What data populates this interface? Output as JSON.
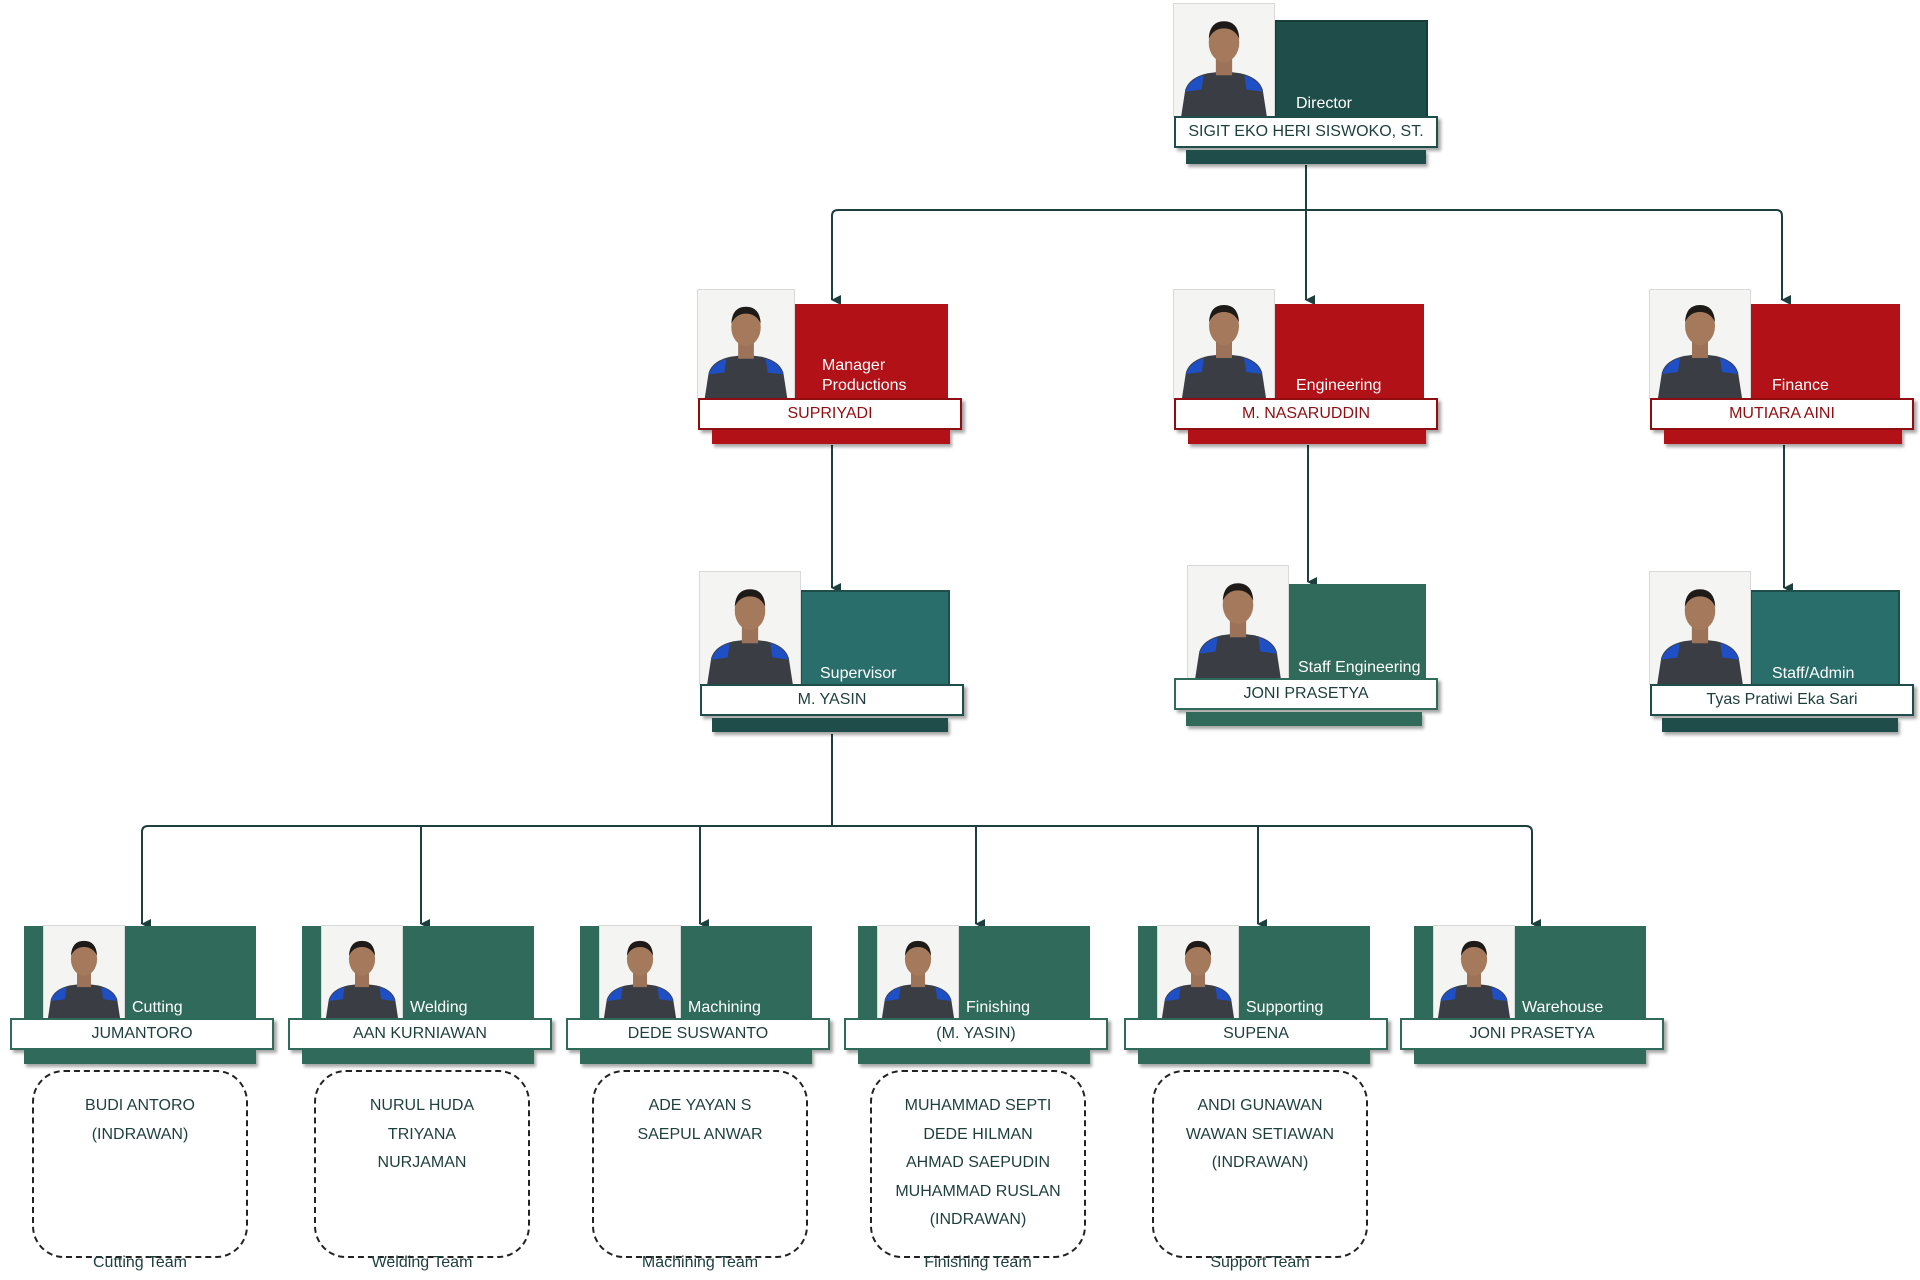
{
  "colors": {
    "teal_dark": "#1e4d4a",
    "teal": "#2a6e6c",
    "green": "#2f6a5a",
    "red": "#b11117",
    "connector": "#1d3f3d"
  },
  "director": {
    "role": "Director",
    "name": "SIGIT EKO HERI SISWOKO, ST."
  },
  "managers": [
    {
      "role": "Manager\nProductions",
      "name": "SUPRIYADI"
    },
    {
      "role": "Engineering",
      "name": "M. NASARUDDIN"
    },
    {
      "role": "Finance",
      "name": "MUTIARA AINI"
    }
  ],
  "staff": [
    {
      "role": "Supervisor",
      "name": "M. YASIN"
    },
    {
      "role": "Staff Engineering",
      "name": "JONI PRASETYA"
    },
    {
      "role": "Staff/Admin",
      "name": "Tyas Pratiwi Eka Sari"
    }
  ],
  "divisions": [
    {
      "role": "Cutting",
      "name": "JUMANTORO",
      "team_label": "Cutting Team",
      "members": [
        "BUDI ANTORO",
        "(INDRAWAN)"
      ]
    },
    {
      "role": "Welding",
      "name": "AAN KURNIAWAN",
      "team_label": "Welding Team",
      "members": [
        "NURUL HUDA",
        "TRIYANA",
        "NURJAMAN"
      ]
    },
    {
      "role": "Machining",
      "name": "DEDE SUSWANTO",
      "team_label": "Machining Team",
      "members": [
        "ADE YAYAN S",
        "SAEPUL ANWAR"
      ]
    },
    {
      "role": "Finishing",
      "name": "(M. YASIN)",
      "team_label": "Finishing Team",
      "members": [
        "MUHAMMAD SEPTI",
        "DEDE HILMAN",
        "AHMAD SAEPUDIN",
        "MUHAMMAD RUSLAN",
        "(INDRAWAN)"
      ]
    },
    {
      "role": "Supporting",
      "name": "SUPENA",
      "team_label": "Support Team",
      "members": [
        "ANDI GUNAWAN",
        "WAWAN SETIAWAN",
        "(INDRAWAN)"
      ]
    },
    {
      "role": "Warehouse",
      "name": "JONI PRASETYA"
    }
  ]
}
